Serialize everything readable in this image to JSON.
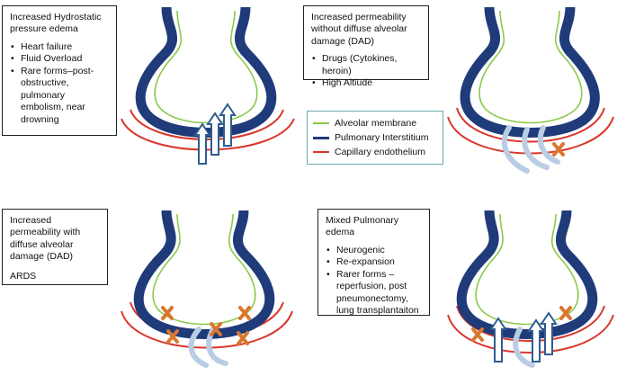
{
  "panels": {
    "top_left": {
      "title": "Increased Hydrostatic pressure edema",
      "items": [
        "Heart failure",
        "Fluid Overload",
        "Rare forms–post-obstructive, pulmonary embolism, near drowning"
      ]
    },
    "top_right": {
      "title": "Increased permeability without diffuse alveolar damage (DAD)",
      "items": [
        "Drugs (Cytokines, heroin)",
        "High Altiude"
      ]
    },
    "bottom_left": {
      "title": "Increased permeability with diffuse alveolar damage (DAD)",
      "extra": "ARDS"
    },
    "bottom_right": {
      "title": "Mixed Pulmonary edema",
      "items": [
        "Neurogenic",
        "Re-expansion",
        "Rarer forms – reperfusion, post pneumonectomy, lung transplantaiton"
      ]
    }
  },
  "legend": [
    {
      "label": "Alveolar membrane",
      "color": "#8cc84b"
    },
    {
      "label": "Pulmonary Interstitium",
      "color": "#1f3b7a"
    },
    {
      "label": "Capillary endothelium",
      "color": "#d9362b"
    }
  ],
  "colors": {
    "interstitium": "#1f3b7a",
    "membrane": "#8cc84b",
    "endothelium": "#d9362b",
    "damage_mark": "#d9772f",
    "leak_arrow": "#b9cde4",
    "pressure_arrow": "#2f5d8f"
  },
  "icons": {
    "alveolus": "alveolus-diagram-icon",
    "damage": "damage-x-icon",
    "pressure": "pressure-arrow-icon",
    "leak": "leak-arrow-icon"
  }
}
